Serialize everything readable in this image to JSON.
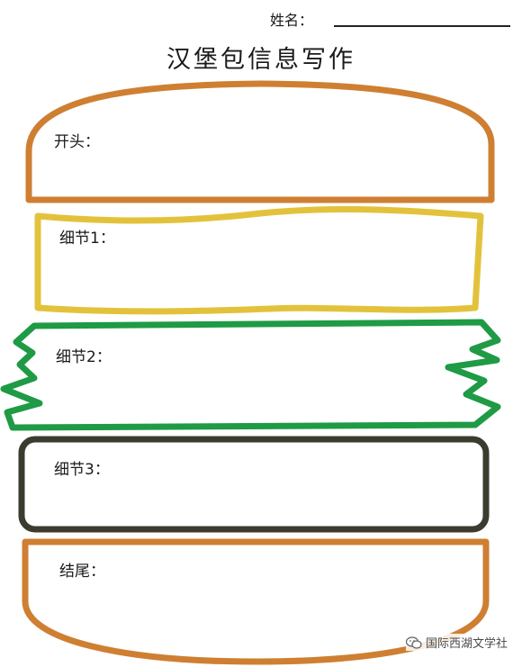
{
  "header": {
    "name_label": "姓名：",
    "title": "汉堡包信息写作"
  },
  "sections": {
    "opening": {
      "label": "开头：",
      "color": "#cf7f32"
    },
    "detail1": {
      "label": "细节1：",
      "color": "#e3c23b"
    },
    "detail2": {
      "label": "细节2：",
      "color": "#1f9a45"
    },
    "detail3": {
      "label": "细节3：",
      "color": "#3b3b2f"
    },
    "closing": {
      "label": "结尾：",
      "color": "#cf7f32"
    }
  },
  "watermark": {
    "icon": "wechat-icon",
    "text": "国际西湖文学社"
  }
}
